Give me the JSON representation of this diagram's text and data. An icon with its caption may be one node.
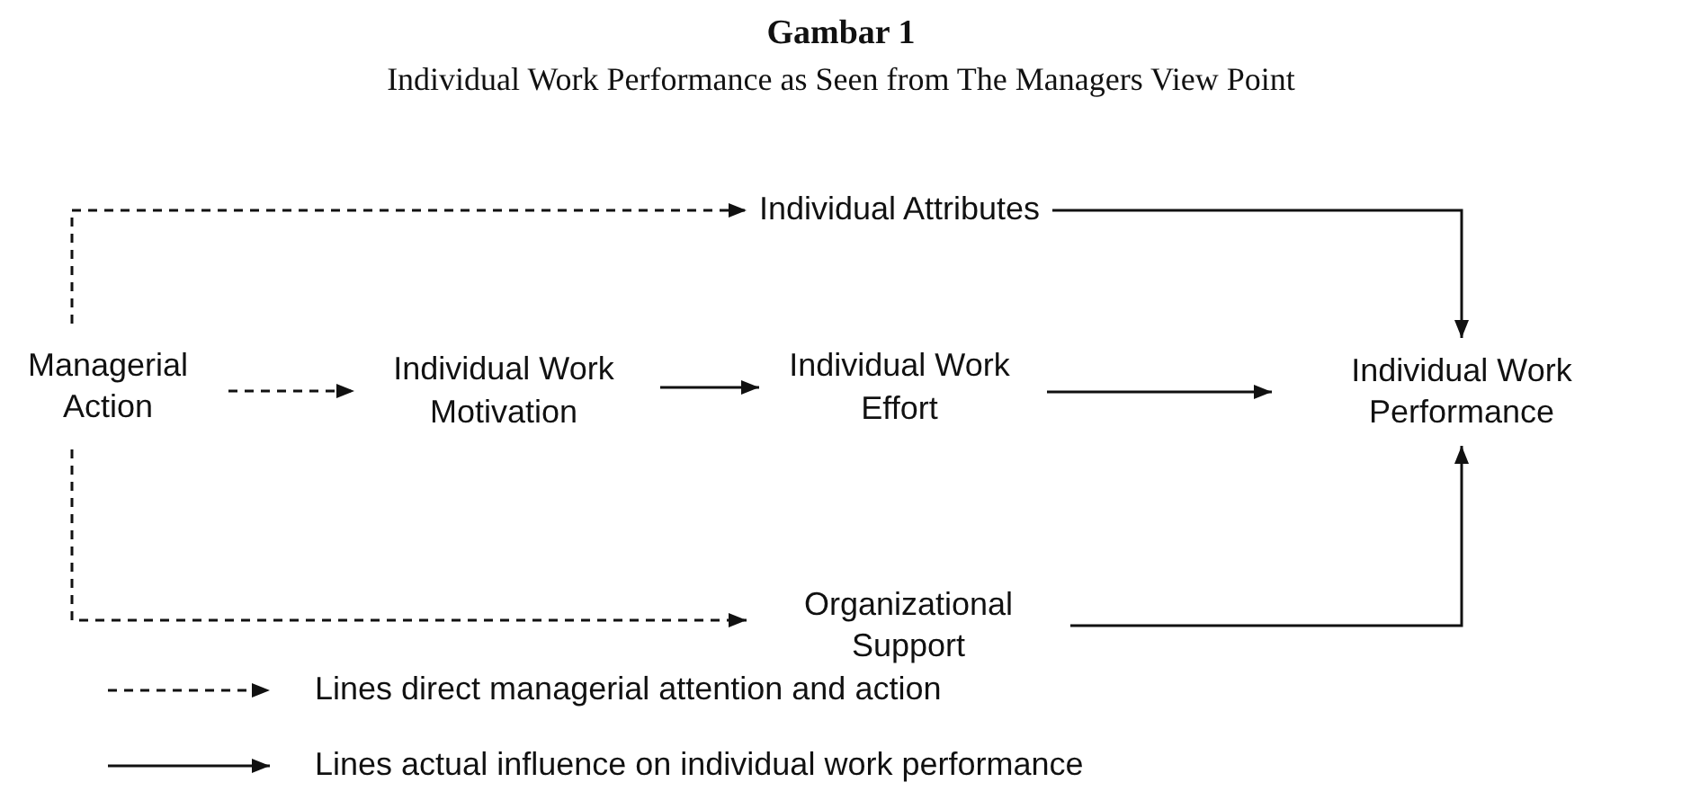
{
  "diagram": {
    "title": "Gambar 1",
    "caption": "Individual Work Performance as Seen from The Managers View Point",
    "nodes": [
      {
        "text": [
          "Managerial Action"
        ]
      },
      {
        "text": [
          "Individual Work Motivation"
        ]
      },
      {
        "text": [
          "Individual Attributes"
        ]
      },
      {
        "text": [
          "Individual Work Effort"
        ]
      },
      {
        "text": [
          "Organizational Support"
        ]
      },
      {
        "text": [
          "Individual Work Performance"
        ]
      }
    ],
    "edges": [
      {
        "from": 0,
        "to": 2,
        "arrow": "to",
        "style": "dashed"
      },
      {
        "from": 0,
        "to": 1,
        "arrow": "to",
        "style": "dashed"
      },
      {
        "from": 1,
        "to": 3,
        "arrow": "to"
      },
      {
        "from": 3,
        "to": 5,
        "arrow": "to"
      },
      {
        "from": 0,
        "to": 4,
        "arrow": "to",
        "style": "dashed"
      },
      {
        "from": 2,
        "to": 5,
        "arrow": "to"
      },
      {
        "from": 4,
        "to": 5,
        "arrow": "to"
      }
    ],
    "legend": [
      {
        "text": "Lines direct managerial attention and action"
      },
      {
        "text": "Lines actual influence on individual work performance"
      }
    ]
  }
}
